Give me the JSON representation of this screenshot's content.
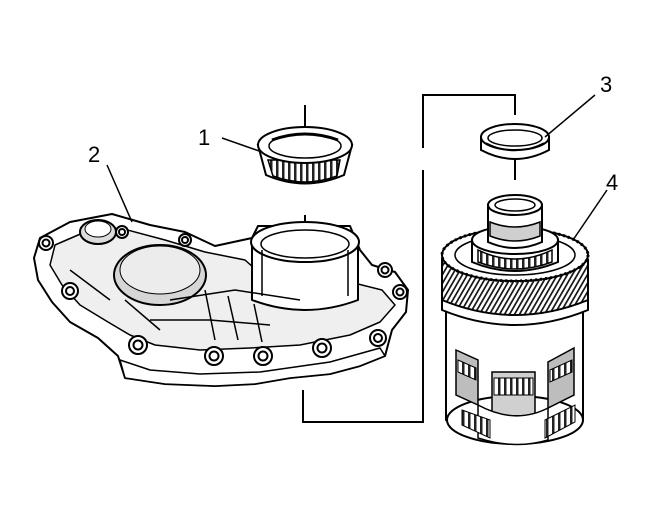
{
  "diagram": {
    "callouts": [
      {
        "id": "1",
        "label": "1"
      },
      {
        "id": "2",
        "label": "2"
      },
      {
        "id": "3",
        "label": "3"
      },
      {
        "id": "4",
        "label": "4"
      }
    ],
    "colors": {
      "line": "#000000",
      "fill": "#ffffff",
      "shade": "#c8c8c8",
      "dark": "#5a5a5a"
    }
  }
}
